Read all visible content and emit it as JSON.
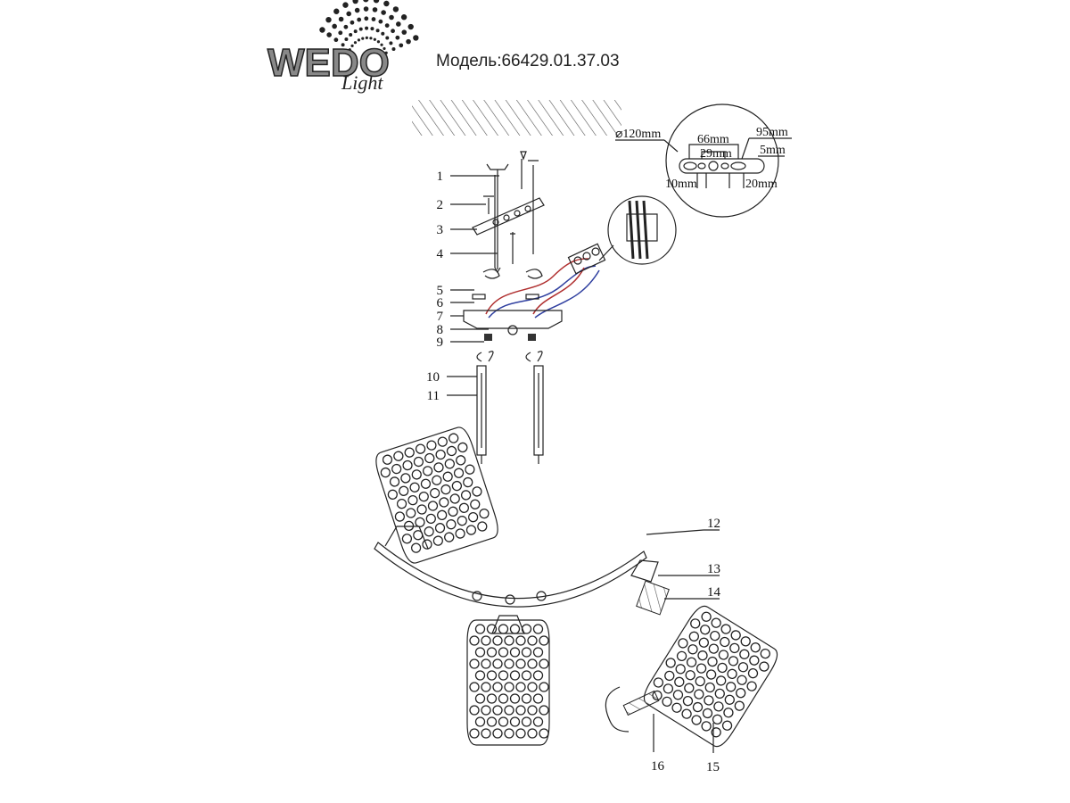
{
  "brand": {
    "name": "WEDO",
    "sub": "Light"
  },
  "model_text": "Модель:66429.01.37.03",
  "dimensions": {
    "diameter": "⌀120mm",
    "d66": "66mm",
    "d29": "29mm",
    "d95": "95mm",
    "d5": "5mm",
    "d10": "10mm",
    "d20": "20mm"
  },
  "parts": [
    "1",
    "2",
    "3",
    "4",
    "5",
    "6",
    "7",
    "8",
    "9",
    "10",
    "11",
    "12",
    "13",
    "14",
    "15",
    "16"
  ],
  "colors": {
    "wire_red": "#b03030",
    "wire_blue": "#3040a0",
    "line": "#222222"
  }
}
